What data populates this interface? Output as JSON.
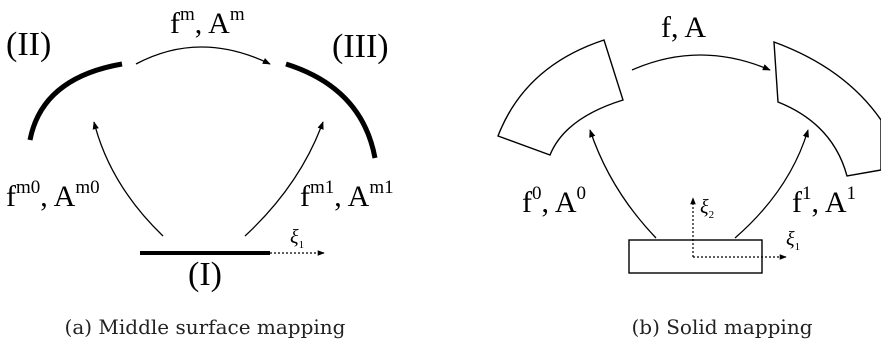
{
  "panel_a": {
    "region_II": "(II)",
    "region_III": "(III)",
    "region_I": "(I)",
    "top_map": {
      "f": "f",
      "f_sup": "m",
      "sep": ", ",
      "A": "A",
      "A_sup": "m"
    },
    "left_map": {
      "f": "f",
      "f_sup": "m0",
      "sep": ", ",
      "A": "A",
      "A_sup": "m0"
    },
    "right_map": {
      "f": "f",
      "f_sup": "m1",
      "sep": ", ",
      "A": "A",
      "A_sup": "m1"
    },
    "axis_xi1": {
      "symbol": "ξ",
      "sub": "1"
    },
    "caption": "(a) Middle surface mapping"
  },
  "panel_b": {
    "top_map": {
      "f": "f",
      "sep": ", ",
      "A": "A"
    },
    "left_map": {
      "f": "f",
      "f_sup": "0",
      "sep": ", ",
      "A": "A",
      "A_sup": "0"
    },
    "right_map": {
      "f": "f",
      "f_sup": "1",
      "sep": ", ",
      "A": "A",
      "A_sup": "1"
    },
    "axis_xi1": {
      "symbol": "ξ",
      "sub": "1"
    },
    "axis_xi2": {
      "symbol": "ξ",
      "sub": "2"
    },
    "caption": "(b) Solid mapping"
  }
}
